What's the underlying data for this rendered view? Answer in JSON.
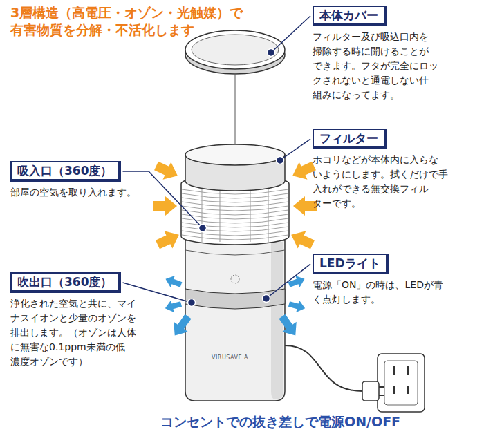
{
  "diagram": {
    "title": "3層構造（高電圧・オゾン・光触媒）で 有害物質を分解・不活化します",
    "nodes": [
      {
        "text": [
          "本体カバー",
          "フィルター及び吸込口内を 掃除する時に開けることが できます。フタが完全にロッ クされないと通電しない仕 組みになってます。"
        ]
      },
      {
        "text": [
          "フィルター",
          "ホコリなどが本体内に入らな いようにします。拭くだけで手 入れができる無交換フィル ターです。"
        ]
      },
      {
        "text": [
          "吸入口（360度）",
          "部屋の空気を取り入れます。"
        ]
      },
      {
        "text": [
          "LEDライト",
          "電源「ON」の時は、LEDが青 く点灯します。"
        ]
      },
      {
        "text": [
          "吹出口（360度）",
          "浄化された空気と共に、マイ ナスイオンと少量のオゾンを 排出します。（オゾンは人体 に無害な0.1ppm未満の低 濃度オゾンです）"
        ]
      }
    ],
    "labels": [
      "VIRUSAVE A",
      "コンセントでの抜き差しで電源ON/OFF"
    ]
  }
}
